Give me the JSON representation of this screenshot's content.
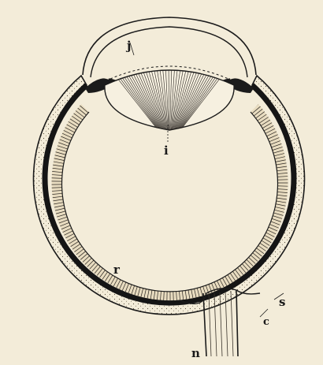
{
  "colors": {
    "paper": "#f3ecd9",
    "ink": "#1b1b1b",
    "sclera": "#efe6cc"
  },
  "labels": {
    "cornea": "j",
    "lens": "i",
    "retina": "r",
    "sclera": "s",
    "choroid": "c",
    "optic_nerve": "n"
  }
}
